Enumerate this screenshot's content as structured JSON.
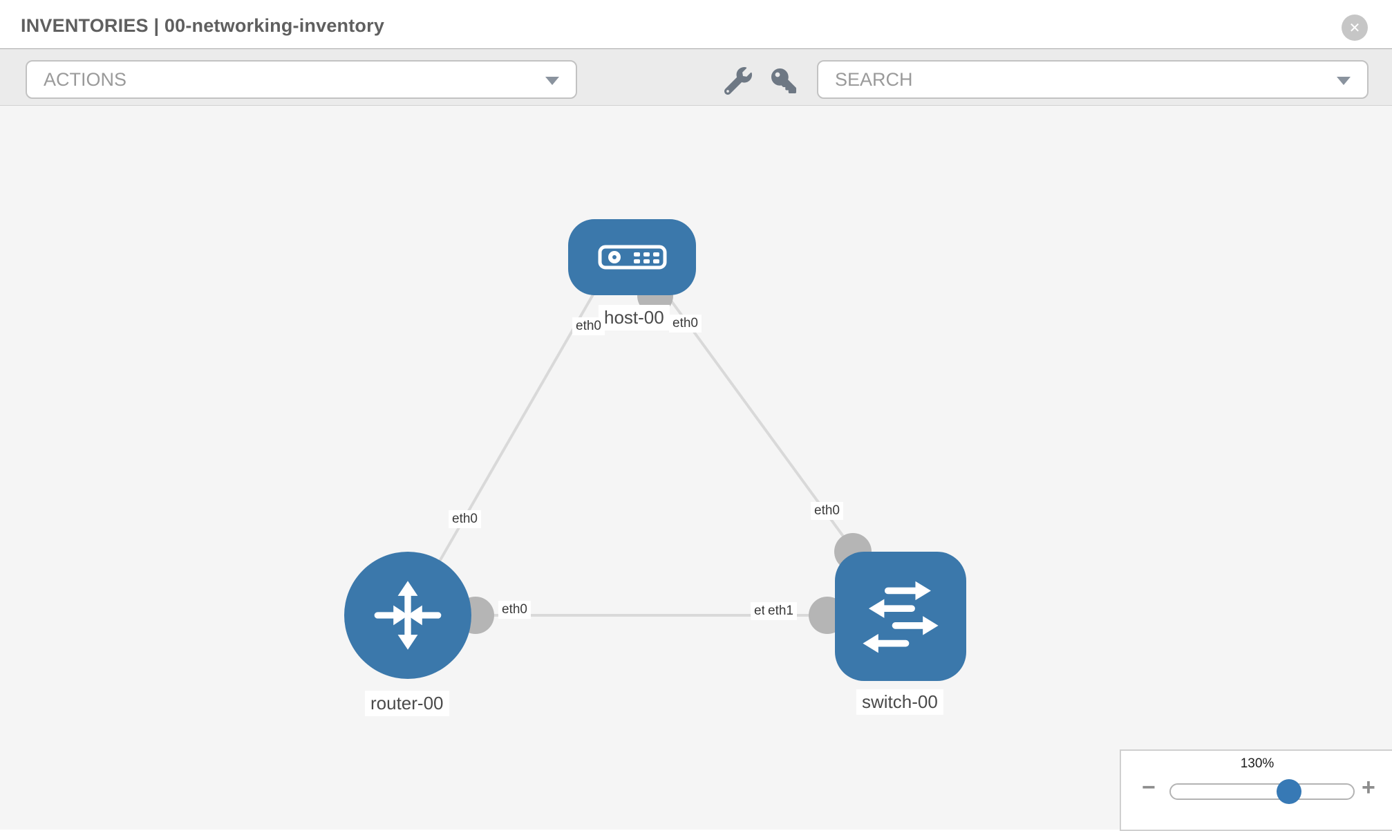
{
  "header": {
    "title": "INVENTORIES | 00-networking-inventory",
    "close_label": "✕"
  },
  "toolbar": {
    "actions_label": "ACTIONS",
    "search_label": "SEARCH",
    "icons": [
      "wrench-icon",
      "key-icon"
    ]
  },
  "topology": {
    "nodes": [
      {
        "label": "host-00",
        "type": "host"
      },
      {
        "label": "router-00",
        "type": "router"
      },
      {
        "label": "switch-00",
        "type": "switch"
      }
    ],
    "interfaces": {
      "host_to_router": "eth0",
      "host_to_switch": "eth0",
      "router_from_host": "eth0",
      "switch_from_host": "eth0",
      "router_to_switch": "eth0",
      "switch_from_router": "eth1",
      "switch_from_router_under": "eth1"
    },
    "links": [
      {
        "from": "host-00",
        "from_if": "eth0",
        "to": "router-00",
        "to_if": "eth0"
      },
      {
        "from": "host-00",
        "from_if": "eth0",
        "to": "switch-00",
        "to_if": "eth0"
      },
      {
        "from": "router-00",
        "from_if": "eth0",
        "to": "switch-00",
        "to_if": "eth1"
      }
    ]
  },
  "zoom_control": {
    "level": "130%",
    "minus_label": "−",
    "plus_label": "+"
  },
  "colors": {
    "node_blue": "#3b78ab",
    "link_gray": "#d9d9d9",
    "connector_gray": "#b5b5b5",
    "handle_blue": "#3779b5",
    "canvas_bg": "#f5f5f5",
    "toolbar_bg": "#ebebeb"
  }
}
